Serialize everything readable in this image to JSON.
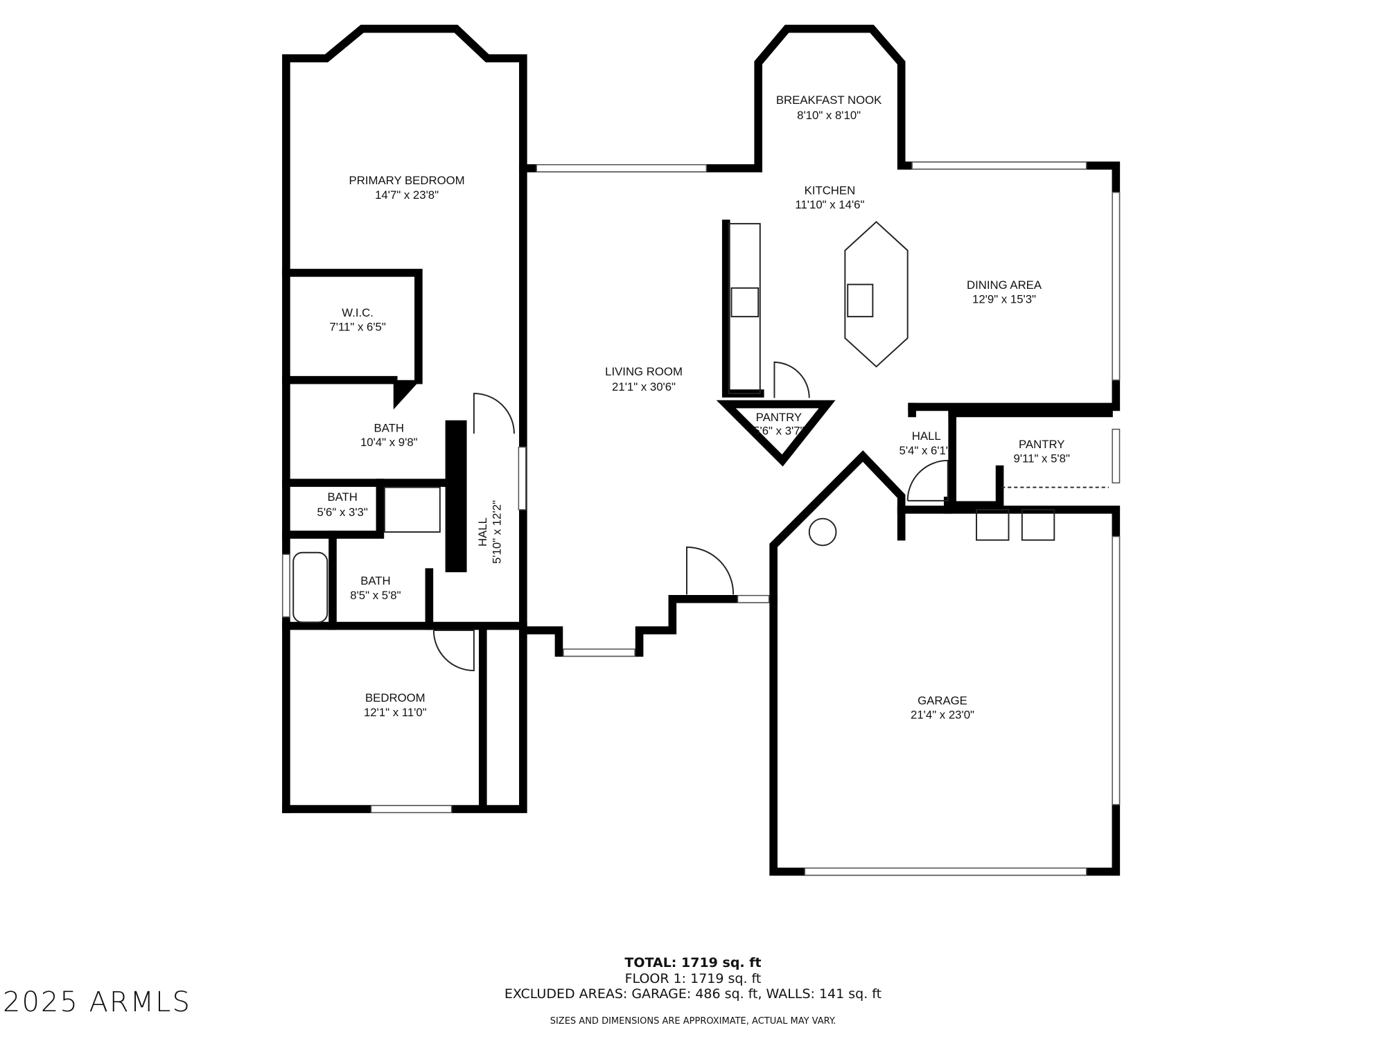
{
  "rooms": {
    "primary_bedroom": {
      "name": "PRIMARY BEDROOM",
      "dims": "14'7\" x 23'8\""
    },
    "wic": {
      "name": "W.I.C.",
      "dims": "7'11\" x 6'5\""
    },
    "bath_primary": {
      "name": "BATH",
      "dims": "10'4\" x 9'8\""
    },
    "bath_small": {
      "name": "BATH",
      "dims": "5'6\" x 3'3\""
    },
    "bath_hall": {
      "name": "BATH",
      "dims": "8'5\" x 5'8\""
    },
    "bedroom": {
      "name": "BEDROOM",
      "dims": "12'1\" x 11'0\""
    },
    "hall_west": {
      "name": "HALL",
      "dims": "5'10\" x 12'2\""
    },
    "living_room": {
      "name": "LIVING ROOM",
      "dims": "21'1\" x 30'6\""
    },
    "breakfast_nook": {
      "name": "BREAKFAST NOOK",
      "dims": "8'10\" x 8'10\""
    },
    "kitchen": {
      "name": "KITCHEN",
      "dims": "11'10\" x 14'6\""
    },
    "dining_area": {
      "name": "DINING AREA",
      "dims": "12'9\" x 15'3\""
    },
    "pantry_kitchen": {
      "name": "PANTRY",
      "dims": "5'6\" x 3'7\""
    },
    "hall_east": {
      "name": "HALL",
      "dims": "5'4\" x 6'1\""
    },
    "pantry_east": {
      "name": "PANTRY",
      "dims": "9'11\" x 5'8\""
    },
    "garage": {
      "name": "GARAGE",
      "dims": "21'4\" x 23'0\""
    }
  },
  "footer": {
    "total": "TOTAL: 1719 sq. ft",
    "floor1": "FLOOR 1: 1719 sq. ft",
    "excluded": "EXCLUDED AREAS: GARAGE: 486 sq. ft, WALLS: 141 sq. ft",
    "disclaimer": "SIZES AND DIMENSIONS ARE APPROXIMATE, ACTUAL MAY VARY."
  },
  "watermark": "2025 ARMLS"
}
